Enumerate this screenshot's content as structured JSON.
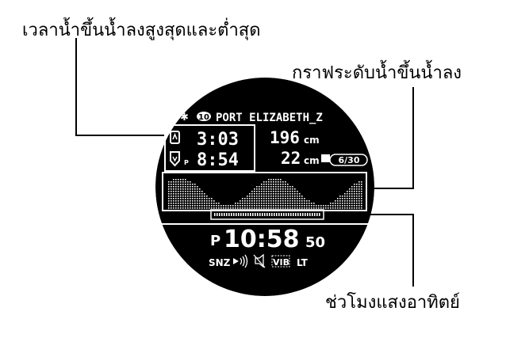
{
  "callouts": {
    "high_low_time": "เวลาน้ำขึ้นน้ำลงสูงสุดและต่ำสุด",
    "tide_graph": "กราฟระดับน้ำขึ้นน้ำลง",
    "sunlight_hours": "ช่วโมงแสงอาทิตย์"
  },
  "watch": {
    "location_number": "10",
    "location_name": "PORT ELIZABETH_Z",
    "high_tide_time": "3:03",
    "low_tide_time": "8:54",
    "low_tide_pm_marker": "P",
    "high_level": "196",
    "low_level": "22",
    "unit": "cm",
    "date": "6/30",
    "time_pm_marker": "P",
    "current_time": "10:58",
    "seconds": "50",
    "snooze_label": "SNZ",
    "vibration_label": "VIB",
    "light_label": "LT"
  },
  "colors": {
    "dial": "#000000",
    "lcd_text": "#ffffff",
    "background": "#ffffff",
    "callout_line": "#000000"
  },
  "icons": [
    "bluetooth-icon",
    "high-tide-icon",
    "low-tide-icon",
    "alarm-icon",
    "mute-icon",
    "vibration-icon"
  ]
}
